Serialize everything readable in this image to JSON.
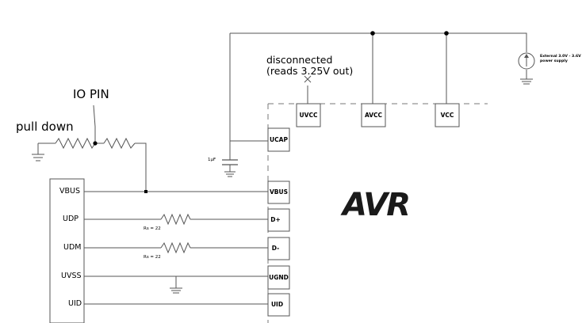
{
  "labels": {
    "io_pin": "IO PIN",
    "pull_down": "pull down",
    "disconnected": "disconnected",
    "reads": "(reads 3.25V out)",
    "cap": "1µF",
    "rs1": "Rs = 22",
    "rs2": "Rs = 22",
    "supply_line1": "External 3.0V - 3.6V",
    "supply_line2": "power supply",
    "logo": "AVR"
  },
  "connector_pins": [
    "VBUS",
    "UDP",
    "UDM",
    "UVSS",
    "UID"
  ],
  "avr_pins": {
    "ucap": "UCAP",
    "vbus": "VBUS",
    "dplus": "D+",
    "dminus": "D-",
    "ugnd": "UGND",
    "uid": "UID",
    "uvcc": "UVCC",
    "avcc": "AVCC",
    "vcc": "VCC"
  }
}
